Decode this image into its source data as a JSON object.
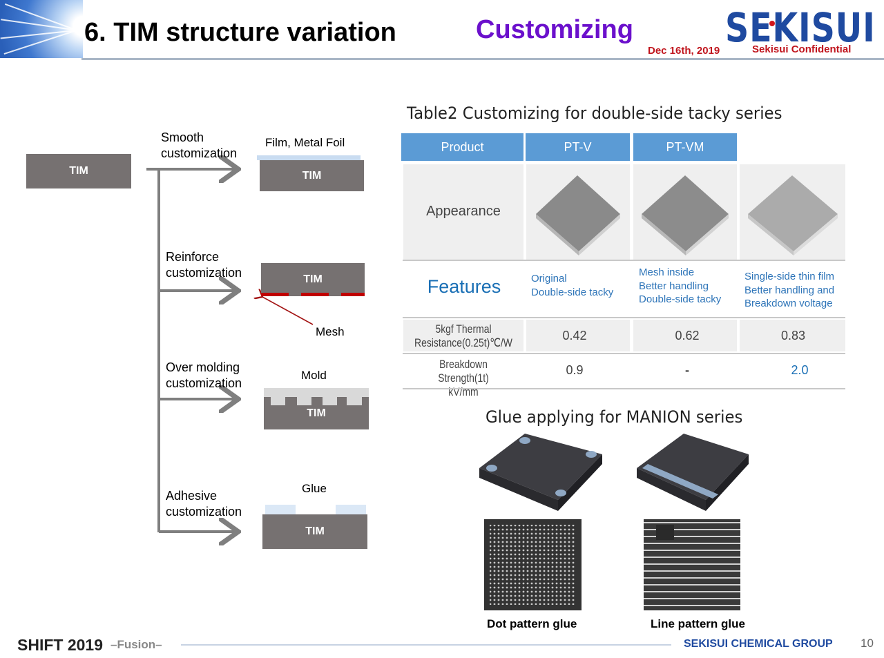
{
  "header": {
    "title": "6. TIM structure variation",
    "customizing": "Customizing",
    "logo": "SEKISUI",
    "date": "Dec 16th, 2019",
    "confidential": "Sekisui Confidential"
  },
  "diagram": {
    "source_box": "TIM",
    "branches": [
      {
        "label_line1": "Smooth",
        "label_line2": "customization",
        "caption": "Film, Metal Foil",
        "box": "TIM"
      },
      {
        "label_line1": "Reinforce",
        "label_line2": "customization",
        "caption": "Mesh",
        "box": "TIM"
      },
      {
        "label_line1": "Over molding",
        "label_line2": "customization",
        "caption": "Mold",
        "box": "TIM"
      },
      {
        "label_line1": "Adhesive",
        "label_line2": "customization",
        "caption": "Glue",
        "box": "TIM"
      }
    ]
  },
  "table": {
    "title": "Table2    Customizing for double-side tacky series",
    "headers": [
      "Product",
      "PT-V",
      "PT-VM"
    ],
    "row_appearance": "Appearance",
    "row_features": "Features",
    "features": [
      [
        "Original",
        "Double-side tacky"
      ],
      [
        "Mesh inside",
        "Better handling",
        "Double-side tacky"
      ],
      [
        "Single-side thin film",
        "Better handling and",
        "Breakdown voltage"
      ]
    ],
    "row_thermal_line1": "5kgf Thermal",
    "row_thermal_line2": "Resistance(0.25t)℃/W",
    "thermal_values": [
      "0.42",
      "0.62",
      "0.83"
    ],
    "row_breakdown_line1": "Breakdown Strength(1t)",
    "row_breakdown_line2": "kV/mm",
    "breakdown_values": [
      "0.9",
      "-",
      "2.0"
    ]
  },
  "glue": {
    "title": "Glue applying for MANION series",
    "dot_label": "Dot pattern glue",
    "line_label": "Line pattern glue"
  },
  "footer": {
    "shift": "SHIFT 2019",
    "fusion": "–Fusion–",
    "group": "SEKISUI CHEMICAL GROUP",
    "page": "10"
  },
  "colors": {
    "title_purple": "#6b10cc",
    "logo_blue": "#1f4aa0",
    "confidential_red": "#c0141c",
    "header_blue": "#5b9bd5",
    "tim_gray": "#767171",
    "features_blue": "#2d74b8"
  }
}
